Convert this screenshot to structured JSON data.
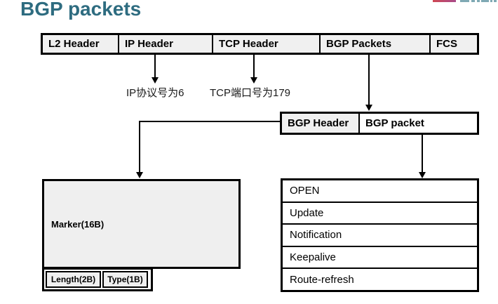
{
  "title": "BGP packets",
  "packet_row": [
    "L2 Header",
    "IP Header",
    "TCP Header",
    "BGP Packets",
    "FCS"
  ],
  "annotations": {
    "ip_protocol": "IP协议号为6",
    "tcp_port": "TCP端口号为179"
  },
  "bgp_message_box": {
    "header": "BGP Header",
    "packet": "BGP packet"
  },
  "bgp_header_fields": {
    "marker": "Marker(16B)",
    "length": "Length(2B)",
    "type": "Type(1B)"
  },
  "bgp_message_types": [
    "OPEN",
    "Update",
    "Notification",
    "Keepalive",
    "Route-refresh"
  ],
  "colors": {
    "title_accent": "#2E6C80",
    "cell_fill": "#F0F0F0",
    "border": "#000000",
    "logo_red": "#CF4853",
    "logo_magenta": "#A94B8A",
    "logo_teal": "#7FA9B4"
  }
}
